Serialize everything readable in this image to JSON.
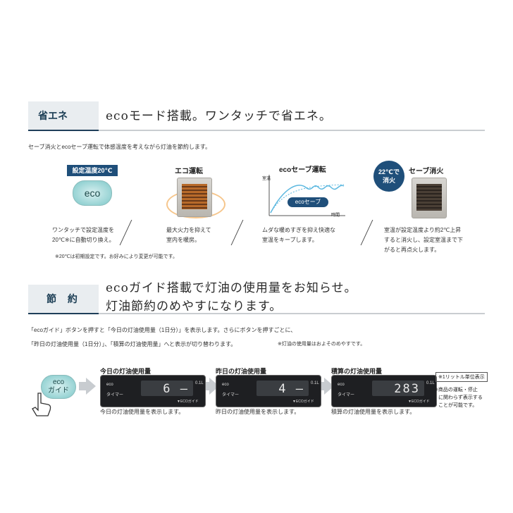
{
  "section1": {
    "tab": "省エネ",
    "title": "ecoモード搭載。ワンタッチで省エネ。",
    "intro": "セーブ消火とecoセーブ運転で体感温度を考えながら灯油を節約します。",
    "col1": {
      "heading": "設定温度20℃",
      "badge": "eco",
      "desc1": "ワンタッチで設定温度を",
      "desc2": "20℃※に自動切り換え。"
    },
    "col2": {
      "heading": "エコ運転",
      "desc1": "最大火力を抑えて",
      "desc2": "室内を暖房。"
    },
    "col3": {
      "heading": "ecoセーブ運転",
      "y_axis": "室温",
      "x_axis": "時間",
      "pill": "ecoセーブ",
      "desc1": "ムダな暖めすぎを抑え快適な",
      "desc2": "室温をキープします。"
    },
    "col4": {
      "badge_line1": "22℃で",
      "badge_line2": "消火",
      "heading": "セーブ消火",
      "desc1": "室温が設定温度より約2℃上昇",
      "desc2": "すると消火し、設定室温まで下",
      "desc3": "がると再点火します。"
    },
    "footnote": "※20℃は初期設定です。お好みにより変更が可能です。"
  },
  "section2": {
    "tab": "節 約",
    "title_line1": "ecoガイド搭載で灯油の使用量をお知らせ。",
    "title_line2": "灯油節約のめやすになります。",
    "intro1": "「ecoガイド」ボタンを押すと「今日の灯油使用量（1日分）」を表示します。さらにボタンを押すごとに、",
    "intro2": "「昨日の灯油使用量（1日分）」、「積算の灯油使用量」へと表示が切り替わります。",
    "intro_note": "※灯油の使用量はおよそのめやすです。",
    "button_line1": "eco",
    "button_line2": "ガイド",
    "panels": [
      {
        "heading": "今日の灯油使用量",
        "value": "6 ‒",
        "caption": "今日の灯油使用量を表示します。"
      },
      {
        "heading": "昨日の灯油使用量",
        "value": "4 ‒",
        "caption": "昨日の灯油使用量を表示します。"
      },
      {
        "heading": "積算の灯油使用量",
        "value": "283",
        "caption": "積算の灯油使用量を表示します。"
      }
    ],
    "lcd_label_eco": "eco",
    "lcd_label_timer": "タイマー",
    "lcd_unit": "0.1L",
    "lcd_ecoguide": "▼ECOガイド",
    "unit_box": "※1リットル単位表示",
    "side_note1": "※商品の運転・停止",
    "side_note2": "に関わらず表示する",
    "side_note3": "ことが可能です。"
  },
  "colors": {
    "accent": "#1f3f5a",
    "tab_bg": "#e9edf0",
    "eco_teal": "#7ec8c9",
    "badge_blue": "#1f4f7a"
  }
}
